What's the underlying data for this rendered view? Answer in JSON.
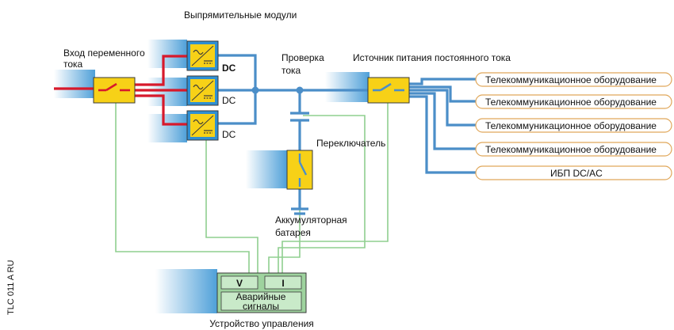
{
  "labels": {
    "rectifier_modules": "Выпрямительные модули",
    "ac_input": [
      "Вход переменного",
      "тока"
    ],
    "dc_check": [
      "Проверка",
      "тока"
    ],
    "dc_power_source": "Источник питания постоянного тока",
    "switch": "Переключатель",
    "battery": [
      "Аккумуляторная",
      "батарея"
    ],
    "control_device": "Устройство управления",
    "alarms": [
      "Аварийные",
      "сигналы"
    ],
    "meter_v": "V",
    "meter_i": "I",
    "side_code": "TLC 011 A RU"
  },
  "rectifiers": [
    {
      "output": "DC"
    },
    {
      "output": "DC"
    },
    {
      "output": "DC"
    }
  ],
  "loads": [
    "Телекоммуникационное оборудование",
    "Телекоммуникационное оборудование",
    "Телекоммуникационное оборудование",
    "Телекоммуникационное оборудование",
    "ИБП DC/AC"
  ],
  "colors": {
    "ac_line": "#d7192b",
    "dc_line": "#4b8ec8",
    "signal_line": "#8fcf8f",
    "device_fill": "#f7d117",
    "device_border": "#3a3a3a",
    "rectifier_fill": "#2f8fd2",
    "control_fill": "#9ed39e",
    "control_inner": "#c9eac9",
    "load_border": "#e0a75a"
  }
}
